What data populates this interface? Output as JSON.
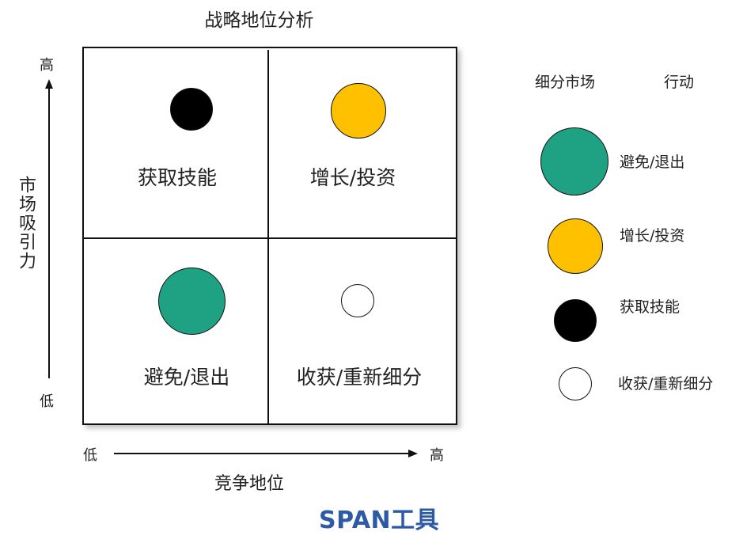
{
  "title": "战略地位分析",
  "x_axis": {
    "label": "竞争地位",
    "low": "低",
    "high": "高"
  },
  "y_axis": {
    "label": "市场吸引力",
    "low": "低",
    "high": "高"
  },
  "quadrants": {
    "top_left": "获取技能",
    "top_right": "增长/投资",
    "bottom_left": "避免/退出",
    "bottom_right": "收获/重新细分"
  },
  "legend": {
    "header_segment": "细分市场",
    "header_action": "行动",
    "items": [
      {
        "label": "避免/退出",
        "color": "#1fa184"
      },
      {
        "label": "增长/投资",
        "color": "#ffc000"
      },
      {
        "label": "获取技能",
        "color": "#000000"
      },
      {
        "label": "收获/重新细分",
        "color": "#ffffff"
      }
    ]
  },
  "colors": {
    "teal": "#1fa184",
    "yellow": "#ffc000",
    "black": "#000000",
    "white": "#ffffff",
    "brand": "#2d5aa6"
  },
  "footer": "SPAN工具"
}
